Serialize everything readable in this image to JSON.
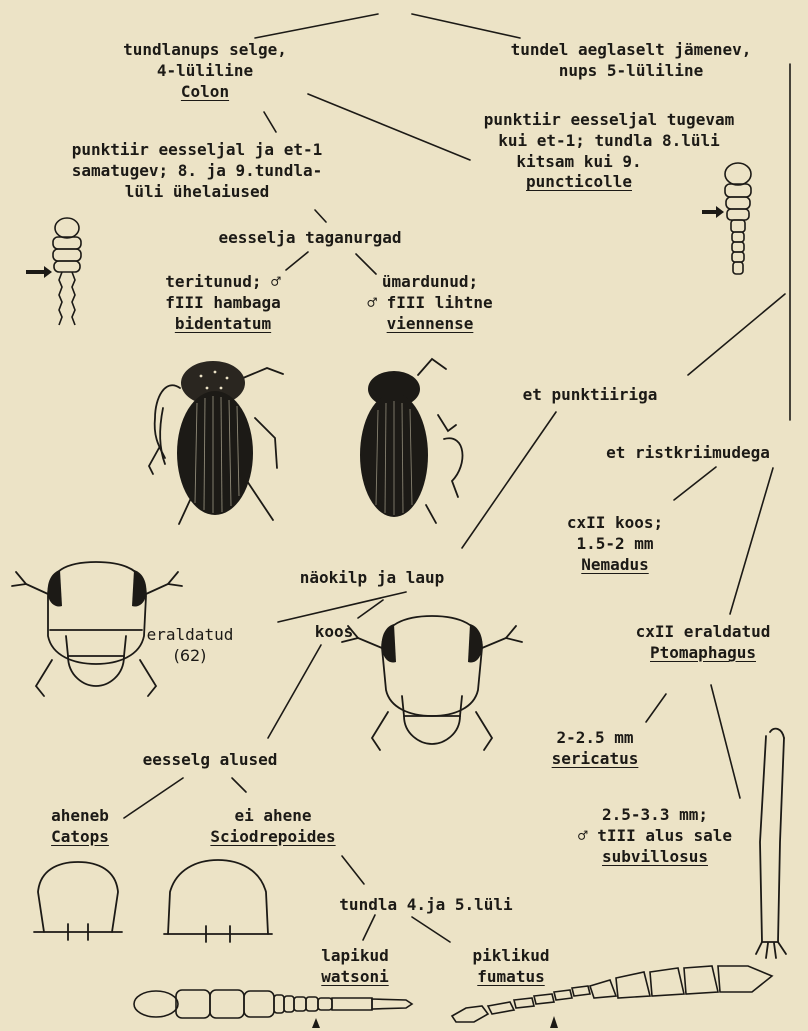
{
  "couplet1": {
    "left": {
      "lines": [
        "tundlanups selge,",
        "4-lüliline"
      ],
      "taxon": "Colon"
    },
    "right": {
      "lines": [
        "tundel aeglaselt jämenev,",
        "nups 5-lüliline"
      ]
    }
  },
  "colon_key": {
    "punctiir_right": {
      "lines": [
        "punktiir eesseljal tugevam",
        "kui et-1; tundla 8.lüli",
        "kitsam kui 9."
      ],
      "taxon": "puncticolle"
    },
    "punctiir_left": {
      "lines": [
        "punktiir eesseljal ja et-1",
        "samatugev; 8. ja 9.tundla-",
        "lüli ühelaiused"
      ]
    },
    "pronotum_question": "eesselja taganurgad",
    "bidentatum": {
      "lines": [
        "teritunud; ♂",
        "fIII hambaga"
      ],
      "taxon": "bidentatum"
    },
    "viennense": {
      "lines": [
        "ümardunud;",
        "♂ fIII lihtne"
      ],
      "taxon": "viennense"
    }
  },
  "right_branch": {
    "punktiiriga": "et punktiiriga",
    "ristkriimudega": "et ristkriimudega",
    "nemadus": {
      "lines": [
        "cxII koos;",
        "1.5-2 mm"
      ],
      "taxon": "Nemadus"
    },
    "ptomaphagus": {
      "lines": [
        "cxII eraldatud"
      ],
      "taxon": "Ptomaphagus"
    },
    "sericatus": {
      "lines": [
        "2-2.5 mm"
      ],
      "taxon": "sericatus"
    },
    "subvillosus": {
      "lines": [
        "2.5-3.3 mm;",
        "♂ tIII alus sale"
      ],
      "taxon": "subvillosus"
    }
  },
  "head_key": {
    "question": "näokilp ja laup",
    "separated": "eraldatud",
    "separated_ref": "(62)",
    "fused": "koos"
  },
  "pronotum_key": {
    "question": "eesselg alused",
    "catops": {
      "lines": [
        "aheneb"
      ],
      "taxon": "Catops"
    },
    "sciodrepoides": {
      "lines": [
        "ei ahene"
      ],
      "taxon": "Sciodrepoides"
    }
  },
  "antenna_key": {
    "question": "tundla 4.ja 5.lüli",
    "watsoni": {
      "lines": [
        "lapikud"
      ],
      "taxon": "watsoni"
    },
    "fumatus": {
      "lines": [
        "piklikud"
      ],
      "taxon": "fumatus"
    }
  },
  "colors": {
    "paper": "#ece3c6",
    "ink": "#1c1a16"
  }
}
